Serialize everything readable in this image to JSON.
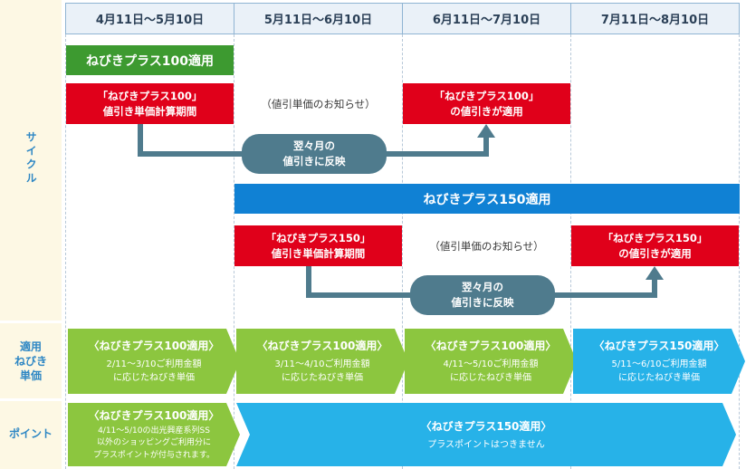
{
  "colors": {
    "header_bg": "#eaf1f8",
    "green": "#8cc63f",
    "dark_green": "#3d9a30",
    "blue": "#1081d4",
    "light_blue": "#27b2e8",
    "red": "#e0001a",
    "teal": "#4f7b8d",
    "label_blue": "#2e87c4"
  },
  "side_labels": {
    "cycle": "サイクル",
    "rate": "適用\nねびき\n単価",
    "points": "ポイント"
  },
  "headers": [
    "4月11日〜5月10日",
    "5月11日〜6月10日",
    "6月11日〜7月10日",
    "7月11日〜8月10日"
  ],
  "cycle_100": {
    "banner": "ねびきプラス100適用",
    "calc_box": [
      "「ねびきプラス100」",
      "値引き単価計算期間"
    ],
    "notice": "（値引単価のお知らせ）",
    "apply_box": [
      "「ねびきプラス100」",
      "の値引きが適用"
    ],
    "pill": [
      "翌々月の",
      "値引きに反映"
    ]
  },
  "cycle_150": {
    "banner": "ねびきプラス150適用",
    "calc_box": [
      "「ねびきプラス150」",
      "値引き単価計算期間"
    ],
    "notice": "（値引単価のお知らせ）",
    "apply_box": [
      "「ねびきプラス150」",
      "の値引きが適用"
    ],
    "pill": [
      "翌々月の",
      "値引きに反映"
    ]
  },
  "rate_row": [
    {
      "title": "〈ねびきプラス100適用〉",
      "desc": "2/11〜3/10ご利用金額\nに応じたねびき単価",
      "color": "green"
    },
    {
      "title": "〈ねびきプラス100適用〉",
      "desc": "3/11〜4/10ご利用金額\nに応じたねびき単価",
      "color": "green"
    },
    {
      "title": "〈ねびきプラス100適用〉",
      "desc": "4/11〜5/10ご利用金額\nに応じたねびき単価",
      "color": "green"
    },
    {
      "title": "〈ねびきプラス150適用〉",
      "desc": "5/11〜6/10ご利用金額\nに応じたねびき単価",
      "color": "blue"
    }
  ],
  "point_row": [
    {
      "title": "〈ねびきプラス100適用〉",
      "desc": "4/11〜5/10の出光興産系列SS\n以外のショッピングご利用分に\nプラスポイントが付与されます。",
      "color": "green"
    },
    {
      "title": "〈ねびきプラス150適用〉",
      "desc": "プラスポイントはつきません",
      "color": "blue"
    }
  ]
}
